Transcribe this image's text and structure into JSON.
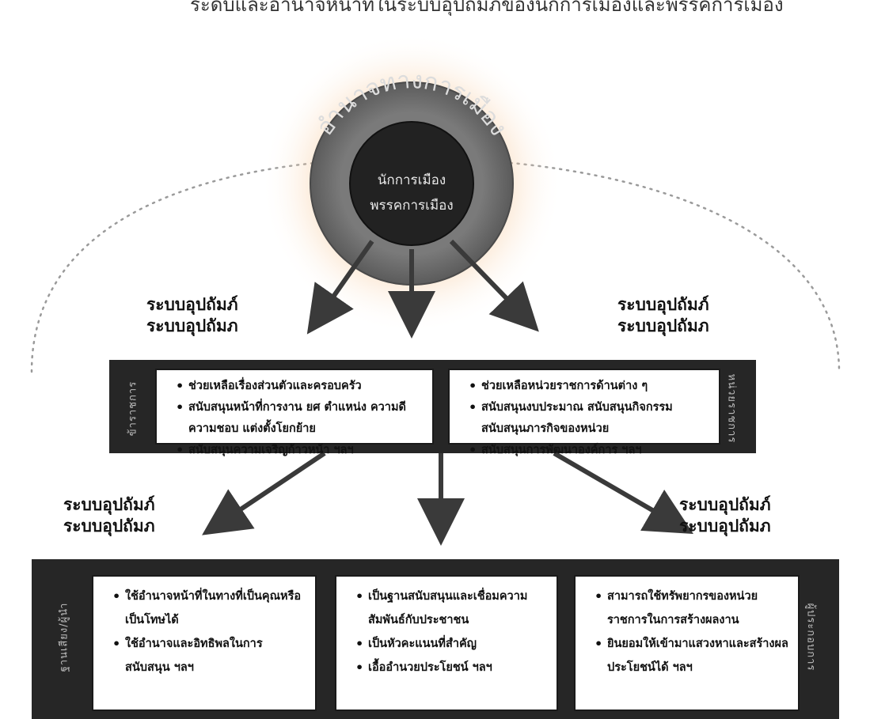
{
  "header": {
    "text": "ระดับและอำนาจหน้าที่ในระบบอุปถัมภ์ของนักการเมืองและพรรคการเมือง"
  },
  "core": {
    "outer_ring_text": "อำนาจทางการเมือง",
    "lines": [
      "นักการเมือง",
      "พรรคการเมือง"
    ]
  },
  "labels": {
    "top_left": [
      "ระบบอุปถัมภ์",
      "ระบบอุปถัมภ"
    ],
    "top_right": [
      "ระบบอุปถัมภ์",
      "ระบบอุปถัมภ"
    ],
    "bottom_left": [
      "ระบบอุปถัมภ์",
      "ระบบอุปถัมภ"
    ],
    "bottom_right": [
      "ระบบอุปถัมภ์",
      "ระบบอุปถัมภ"
    ]
  },
  "middle": {
    "left_side_label": "ข้าราชการ",
    "right_side_label": "หน่วยราชการ",
    "left_box": [
      "ช่วยเหลือเรื่องส่วนตัวและครอบครัว",
      "สนับสนุนหน้าที่การงาน ยศ ตำแหน่ง ความดีความชอบ แต่งตั้งโยกย้าย",
      "สนับสนุนความเจริญก้าวหน้า ฯลฯ"
    ],
    "right_box": [
      "ช่วยเหลือหน่วยราชการด้านต่าง ๆ",
      "สนับสนุนงบประมาณ สนับสนุนกิจกรรม สนับสนุนภารกิจของหน่วย",
      "สนับสนุนการพัฒนาองค์การ ฯลฯ"
    ]
  },
  "bottom": {
    "left_side_label": "ฐานเสียง/ผู้นำ",
    "right_side_label": "ผู้ประกอบการ",
    "box1": [
      "ใช้อำนาจหน้าที่ในทางที่เป็นคุณหรือเป็นโทษได้",
      "ใช้อำนาจและอิทธิพลในการสนับสนุน ฯลฯ"
    ],
    "box2": [
      "เป็นฐานสนับสนุนและเชื่อมความสัมพันธ์กับประชาชน",
      "เป็นหัวคะแนนที่สำคัญ",
      "เอื้ออำนวยประโยชน์ ฯลฯ"
    ],
    "box3": [
      "สามารถใช้ทรัพยากรของหน่วยราชการในการสร้างผลงาน",
      "ยินยอมให้เข้ามาแสวงหาและสร้างผลประโยชน์ได้ ฯลฯ"
    ]
  }
}
